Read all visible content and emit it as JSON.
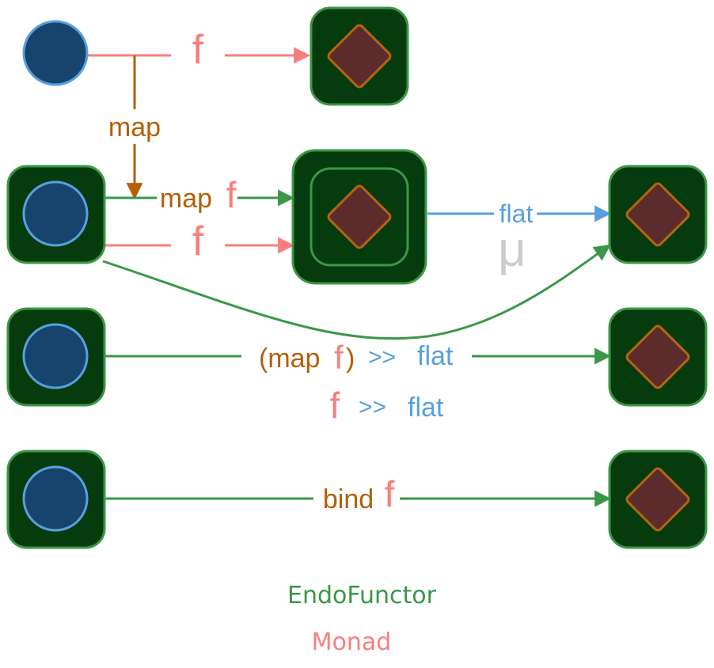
{
  "colors": {
    "box_fill": "#053b0d",
    "box_stroke": "#3a9748",
    "circle_fill": "#17446d",
    "circle_stroke": "#57a0e0",
    "diamond_fill": "#5c2c2c",
    "diamond_stroke": "#b46410",
    "red": "#f87f7d",
    "orange": "#b45f06",
    "green": "#3a9748",
    "blue": "#57a0e0",
    "grey": "#cccccc"
  },
  "labels": {
    "f_top": "f",
    "map_vertical": "map",
    "map_row2": "map",
    "f_row2a": "f",
    "f_row2b": "f",
    "flat": "flat",
    "mu": "μ",
    "row3_open": "(map",
    "row3_f": "f",
    "row3_close": ")",
    "row3_compose": ">>",
    "row3_flat": "flat",
    "row3b_f": "f",
    "row3b_compose": ">>",
    "row3b_flat": "flat",
    "bind": "bind",
    "bind_f": "f"
  },
  "legend": {
    "endofunctor": "EndoFunctor",
    "monad": "Monad"
  }
}
